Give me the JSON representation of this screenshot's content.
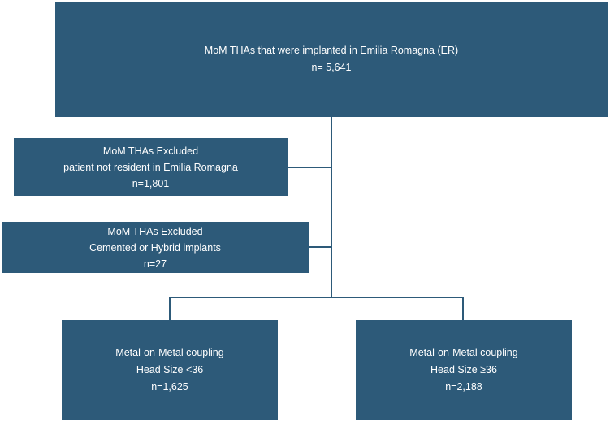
{
  "flowchart": {
    "top": {
      "line1": "MoM THAs that were implanted in Emilia Romagna (ER)",
      "line2": "n= 5,641"
    },
    "exclusion_1": {
      "line1": "MoM THAs Excluded",
      "line2": "patient not resident in Emilia Romagna",
      "line3": "n=1,801"
    },
    "exclusion_2": {
      "line1": "MoM THAs Excluded",
      "line2": "Cemented or Hybrid implants",
      "line3": "n=27"
    },
    "group_left": {
      "line1": "Metal-on-Metal coupling",
      "line2": "Head Size <36",
      "line3": "n=1,625"
    },
    "group_right": {
      "line1": "Metal-on-Metal coupling",
      "line2": "Head Size ≥36",
      "line3": "n=2,188"
    }
  },
  "colors": {
    "box_fill": "#2d5a79",
    "text": "#ffffff",
    "background": "#ffffff"
  }
}
